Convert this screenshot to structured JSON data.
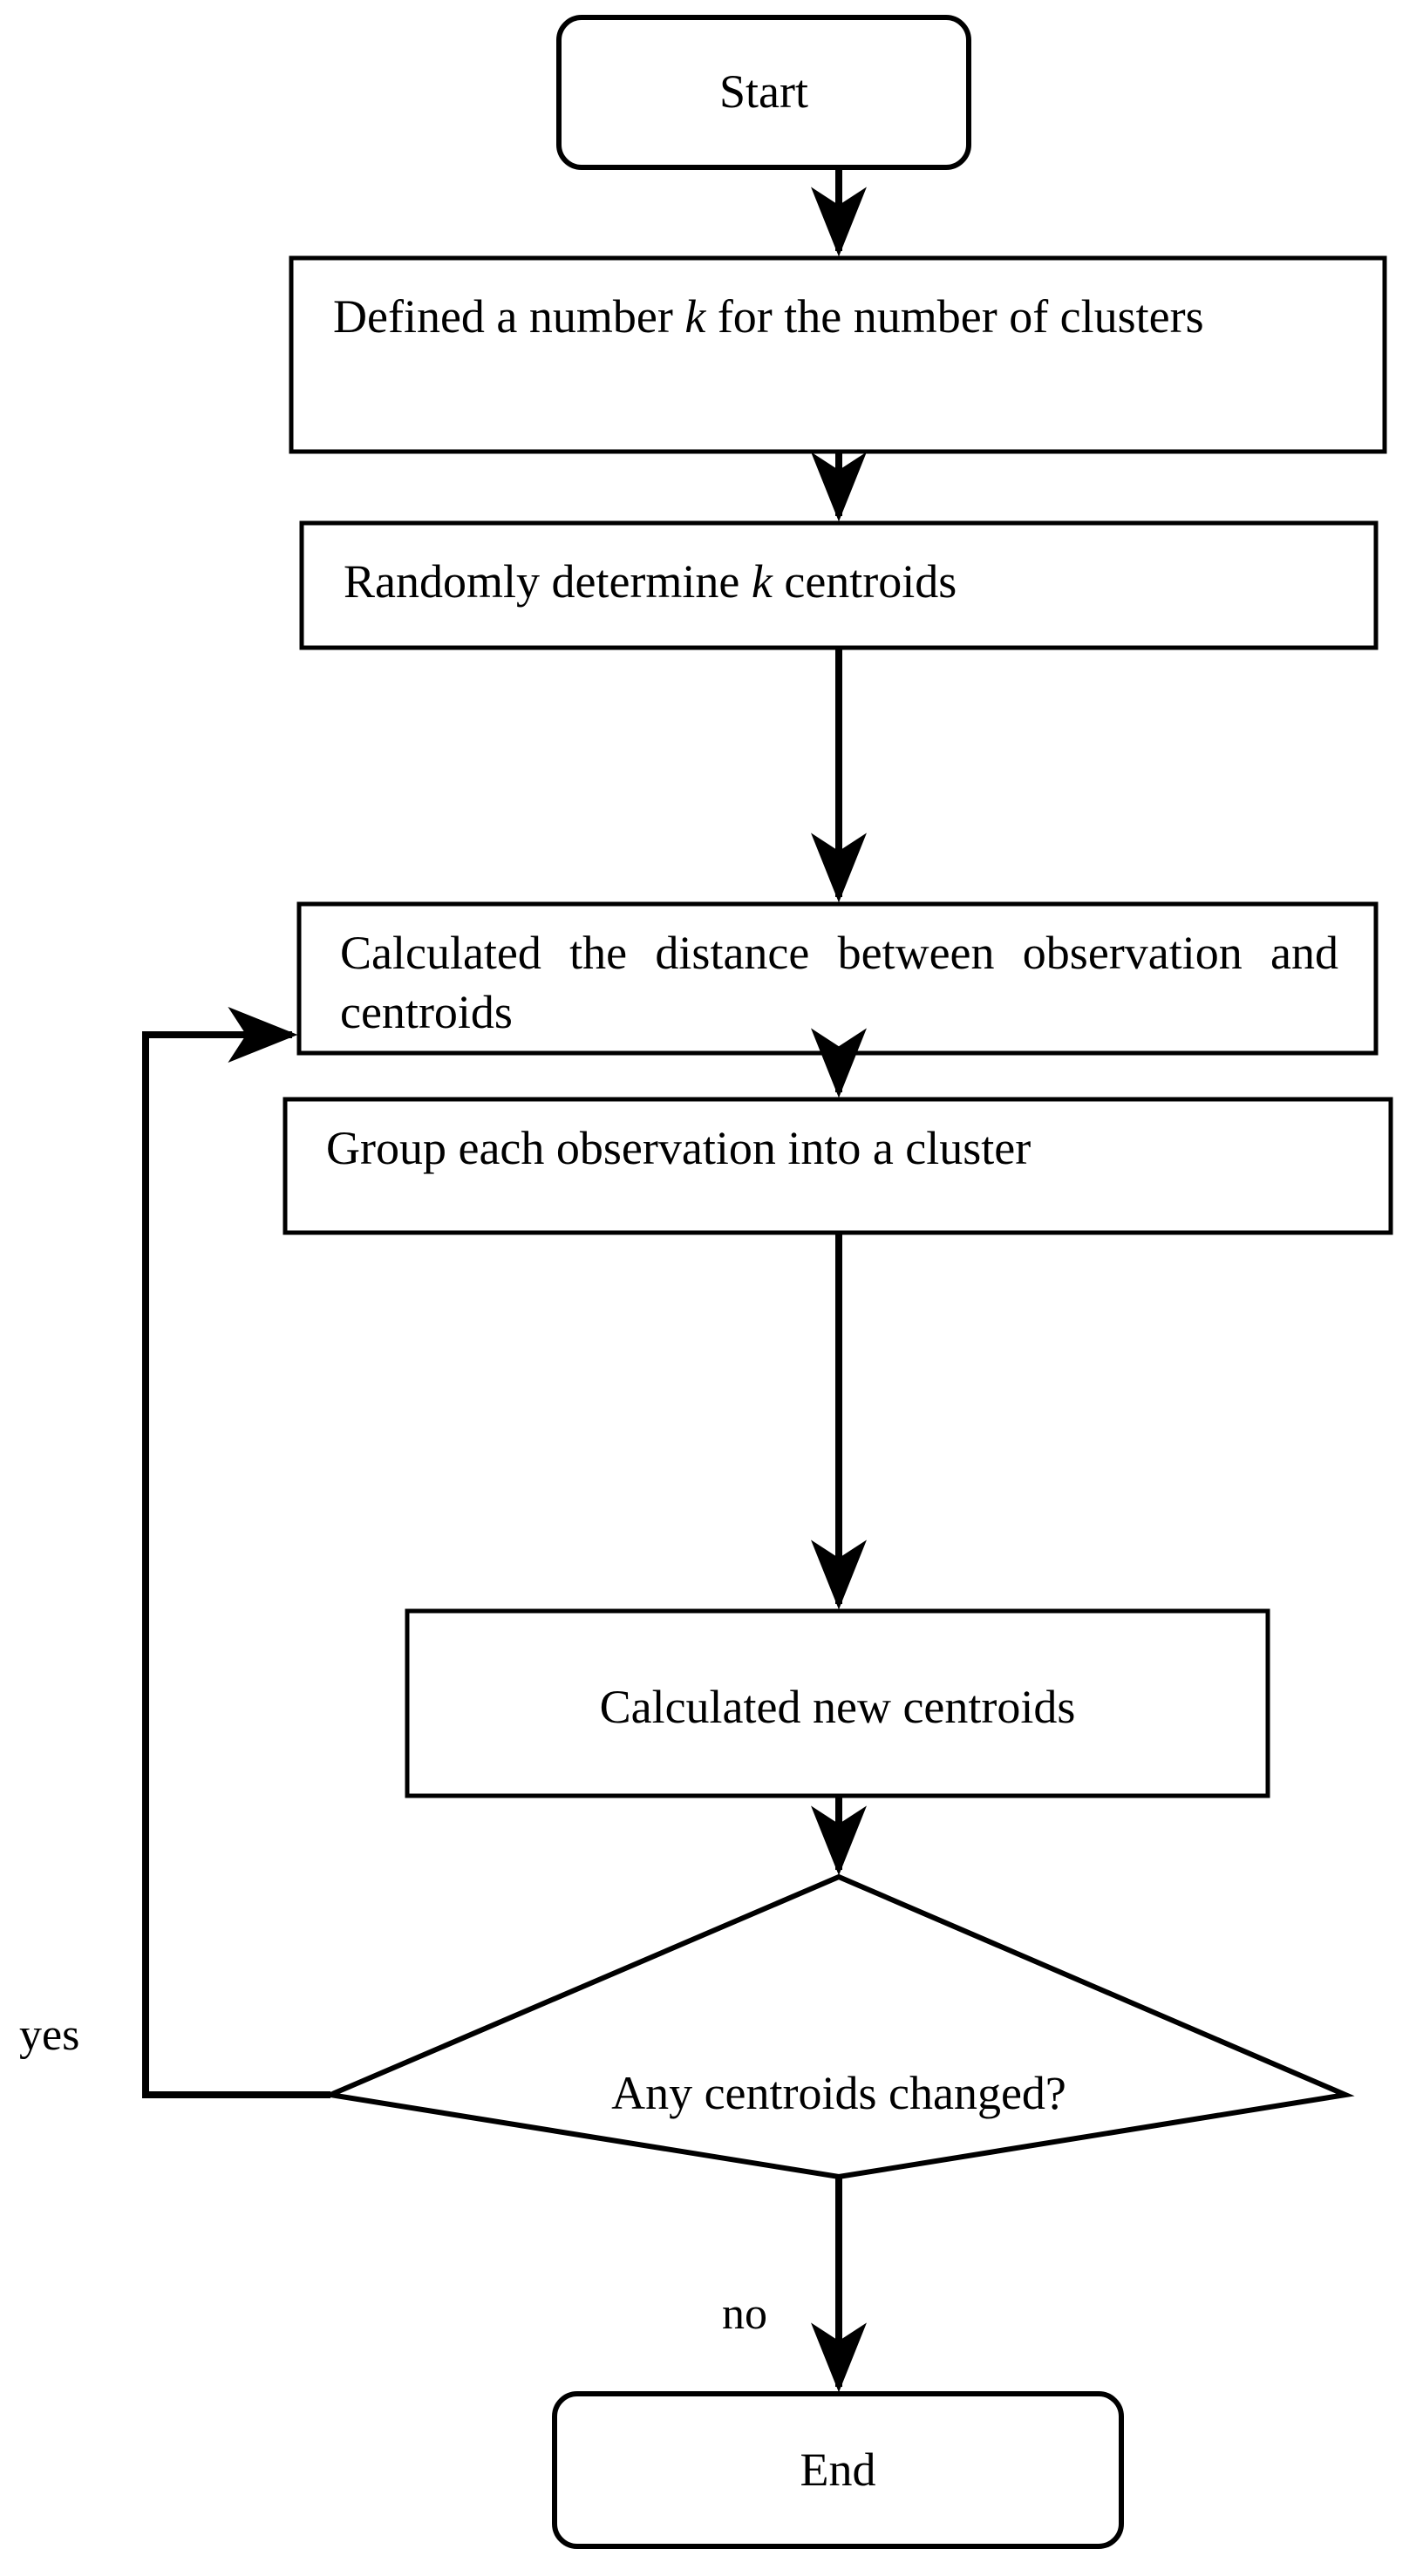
{
  "diagram": {
    "type": "flowchart",
    "title": "k-means clustering algorithm flowchart",
    "orientation": "top-to-bottom",
    "background_color": "#ffffff",
    "stroke_color": "#000000",
    "text_color": "#000000",
    "nodes": [
      {
        "id": "start",
        "shape": "rounded-rectangle",
        "label": "Start"
      },
      {
        "id": "define-k",
        "shape": "rectangle",
        "label_part_1": "Defined a number ",
        "label_italic": "k",
        "label_part_2": " for the number of clusters"
      },
      {
        "id": "random-centroids",
        "shape": "rectangle",
        "label_part_1": "Randomly determine ",
        "label_italic": "k",
        "label_part_2": " centroids"
      },
      {
        "id": "calc-distance",
        "shape": "rectangle",
        "label": "Calculated the distance between observation and centroids"
      },
      {
        "id": "group-observation",
        "shape": "rectangle",
        "label": "Group each observation into a cluster"
      },
      {
        "id": "calc-new-centroids",
        "shape": "rectangle",
        "label": "Calculated new centroids"
      },
      {
        "id": "decision-changed",
        "shape": "diamond",
        "label": "Any centroids changed?"
      },
      {
        "id": "end",
        "shape": "rounded-rectangle",
        "label": "End"
      }
    ],
    "edges": [
      {
        "from": "start",
        "to": "define-k",
        "label": ""
      },
      {
        "from": "define-k",
        "to": "random-centroids",
        "label": ""
      },
      {
        "from": "random-centroids",
        "to": "calc-distance",
        "label": ""
      },
      {
        "from": "calc-distance",
        "to": "group-observation",
        "label": ""
      },
      {
        "from": "group-observation",
        "to": "calc-new-centroids",
        "label": ""
      },
      {
        "from": "calc-new-centroids",
        "to": "decision-changed",
        "label": ""
      },
      {
        "from": "decision-changed",
        "to": "calc-distance",
        "label": "yes"
      },
      {
        "from": "decision-changed",
        "to": "end",
        "label": "no"
      }
    ],
    "edge_labels": {
      "yes": "yes",
      "no": "no"
    }
  }
}
